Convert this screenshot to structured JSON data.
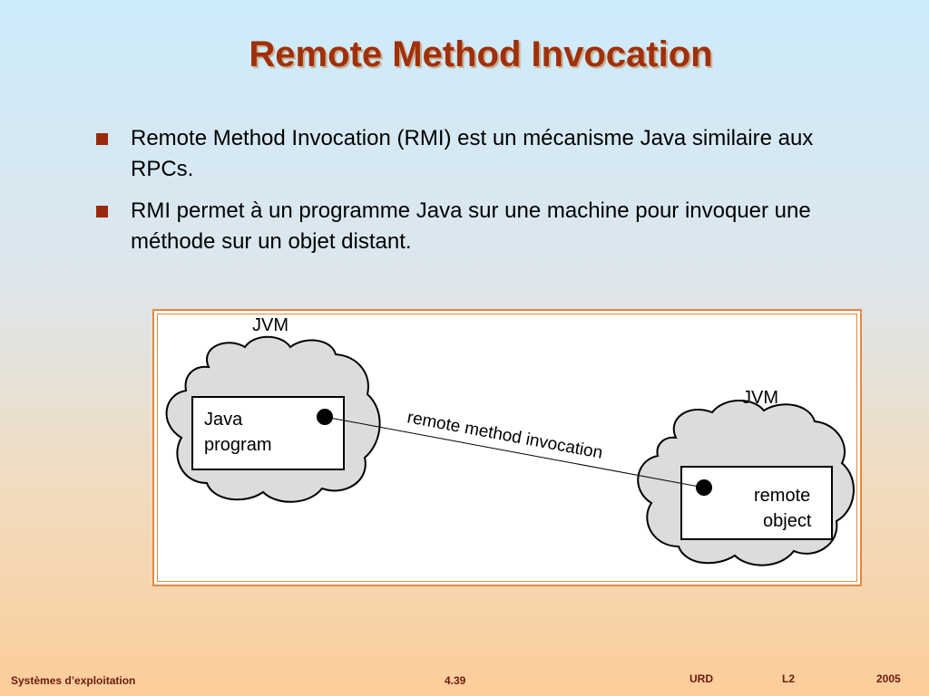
{
  "slide": {
    "title": "Remote Method Invocation",
    "bullets": [
      "Remote Method Invocation (RMI) est un mécanisme Java similaire aux RPCs.",
      "RMI permet à un programme Java sur une machine pour invoquer une méthode sur un objet distant."
    ]
  },
  "diagram": {
    "left_jvm_label": "JVM",
    "left_box_line1": "Java",
    "left_box_line2": "program",
    "right_jvm_label": "JVM",
    "right_box_line1": "remote",
    "right_box_line2": "object",
    "arrow_label": "remote method invocation"
  },
  "footer": {
    "course": "Systèmes d’exploitation",
    "page": "4.39",
    "university": "URD",
    "level": "L2",
    "year": "2005"
  },
  "colors": {
    "title": "#a0300a",
    "bullet": "#9a2a0c",
    "frame": "#e08840",
    "cloud": "#dcdcdc"
  }
}
